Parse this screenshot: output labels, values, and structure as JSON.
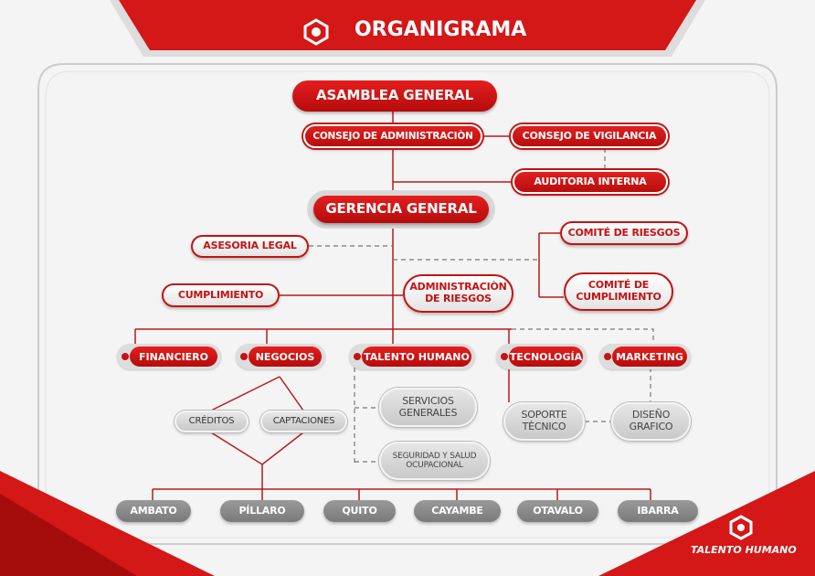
{
  "header": {
    "title": "ORGANIGRAMA"
  },
  "footer": {
    "brand": "TALENTO HUMANO"
  },
  "top": {
    "asamblea": "ASAMBLEA GENERAL",
    "consejo_admin": "CONSEJO DE ADMINISTRACIÒN",
    "consejo_vigilancia": "CONSEJO DE VIGILANCIA",
    "auditoria": "AUDITORIA INTERNA",
    "gerencia": "GERENCIA GENERAL"
  },
  "staff": {
    "asesoria": "ASESORIA LEGAL",
    "cumplimiento": "CUMPLIMIENTO",
    "admin_riesgos": "ADMINISTRACIÒN DE RIESGOS",
    "comite_riesgos": "COMITÉ DE RIESGOS",
    "comite_cumplimiento": "COMITÉ DE CUMPLIMIENTO"
  },
  "departments": [
    "FINANCIERO",
    "NEGOCIOS",
    "TALENTO HUMANO",
    "TECNOLOGÍA",
    "MARKETING"
  ],
  "sub": {
    "creditos": "CRÉDITOS",
    "captaciones": "CAPTACIONES",
    "servicios": "SERVICIOS GENERALES",
    "seguridad": "SEGURIDAD Y SALUD OCUPACIONAL",
    "soporte": "SOPORTE TÈCNICO",
    "diseno": "DISEÑO GRAFICO"
  },
  "branches": [
    "AMBATO",
    "PÍLLARO",
    "QUITO",
    "CAYAMBE",
    "OTAVALO",
    "IBARRA"
  ],
  "colors": {
    "accent": "#c41313",
    "grey": "#8a8a8a"
  }
}
